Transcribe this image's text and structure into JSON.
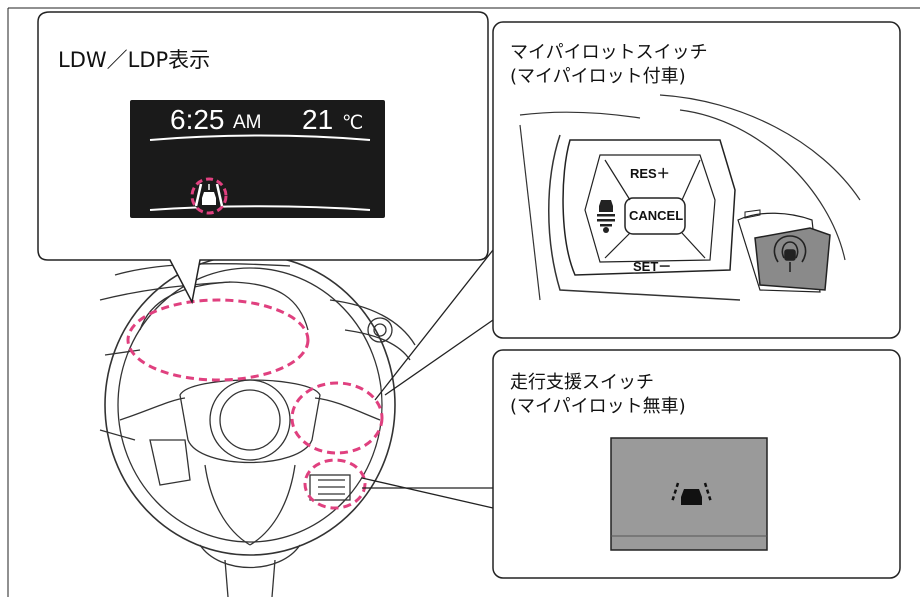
{
  "callouts": {
    "ldw_display": {
      "title": "LDW／LDP表示",
      "screen": {
        "time": "6:25",
        "ampm": "AM",
        "temp": "21",
        "temp_unit": "℃"
      }
    },
    "mypilot_switch": {
      "title_line1": "マイパイロットスイッチ",
      "title_line2": "(マイパイロット付車)",
      "buttons": {
        "res": "RES＋",
        "cancel": "CANCEL",
        "set": "SET－"
      }
    },
    "assist_switch": {
      "title_line1": "走行支援スイッチ",
      "title_line2": "(マイパイロット無車)"
    }
  },
  "colors": {
    "highlight": "#e0407f",
    "screen_bg": "#1a1a1a",
    "switch_face": "#9a9a9a"
  },
  "icons": [
    "lane-departure-icon",
    "mypilot-icon",
    "distance-setting-icon"
  ]
}
